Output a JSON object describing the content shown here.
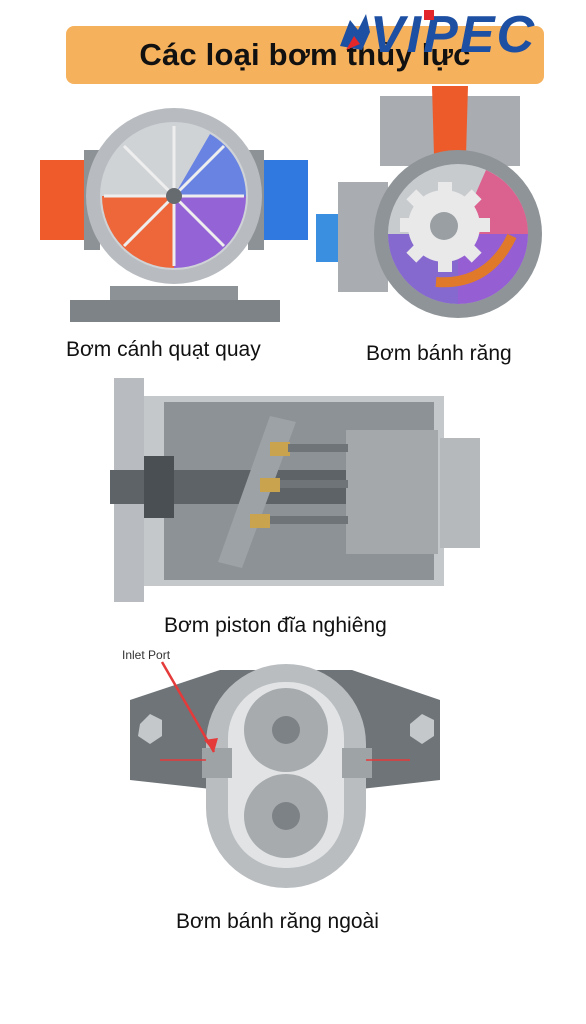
{
  "header": {
    "title": "Các loại bơm thủy lực",
    "logo_text": "VIPEC"
  },
  "pumps": [
    {
      "caption": "Bơm cánh quạt quay"
    },
    {
      "caption": "Bơm bánh răng"
    },
    {
      "caption": "Bơm piston đĩa nghiêng"
    },
    {
      "caption": "Bơm bánh răng ngoài",
      "label": "Inlet Port"
    }
  ],
  "colors": {
    "banner": "#f6b15c",
    "logo_blue": "#1d4fa3",
    "logo_red": "#e3262a",
    "hot_fluid": "#f05a28",
    "cold_fluid": "#2f7fe0",
    "metal": "#9ea3a8"
  }
}
